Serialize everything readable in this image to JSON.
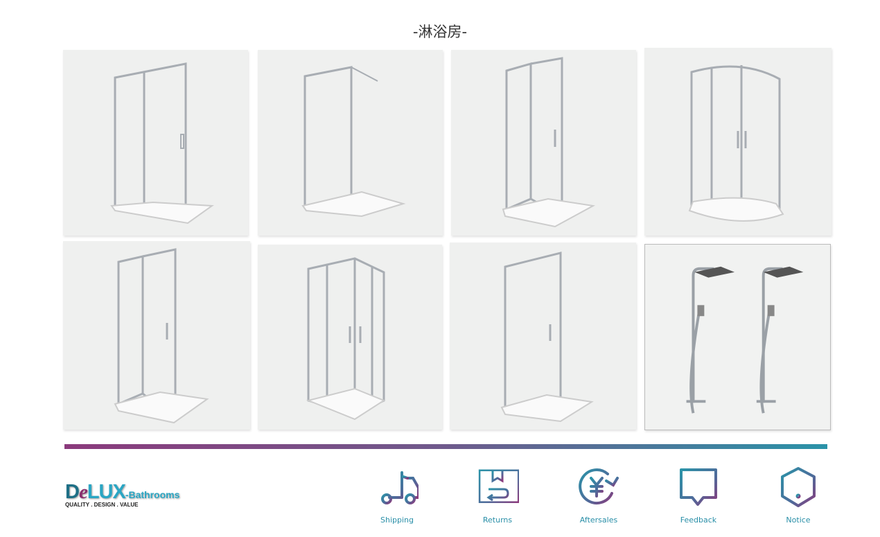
{
  "section_title": "-淋浴房-",
  "products": [
    {
      "name": "sliding-door-enclosure"
    },
    {
      "name": "walk-in-panel"
    },
    {
      "name": "bifold-door-enclosure"
    },
    {
      "name": "quadrant-enclosure"
    },
    {
      "name": "bifold-door-side-panel"
    },
    {
      "name": "corner-entry-enclosure"
    },
    {
      "name": "pivot-door-enclosure"
    },
    {
      "name": "thermostatic-shower-set"
    }
  ],
  "logo": {
    "brand": "DeLUX",
    "suffix": "-Bathrooms",
    "tagline": "QUALITY . DESIGN . VALUE"
  },
  "services": [
    {
      "label": "Shipping",
      "icon": "truck-icon"
    },
    {
      "label": "Returns",
      "icon": "return-box-icon"
    },
    {
      "label": "Aftersales",
      "icon": "yen-refresh-icon"
    },
    {
      "label": "Feedback",
      "icon": "message-icon"
    },
    {
      "label": "Notice",
      "icon": "alert-hexagon-icon"
    }
  ],
  "colors": {
    "gradient_start": "#8b3a7c",
    "gradient_end": "#2a93a8",
    "tile_bg": "#eff0ef"
  }
}
